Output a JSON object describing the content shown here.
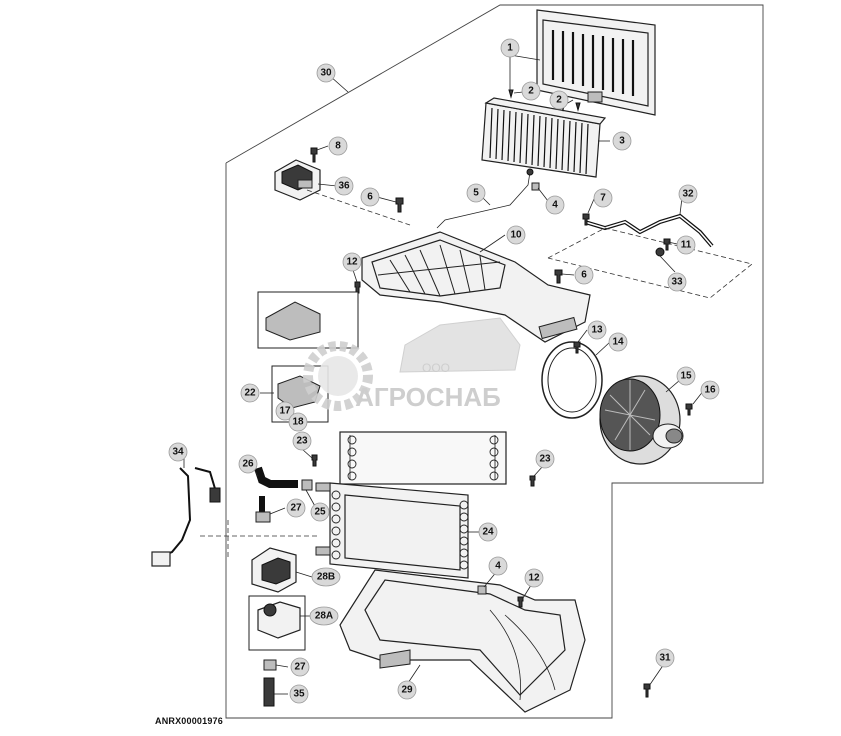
{
  "diagram": {
    "reference_code": "ANRX00001976",
    "callouts": [
      "1",
      "2",
      "2",
      "3",
      "4",
      "5",
      "6",
      "7",
      "8",
      "10",
      "11",
      "12",
      "13",
      "14",
      "15",
      "16",
      "6",
      "17",
      "18",
      "22",
      "23",
      "23",
      "24",
      "25",
      "26",
      "27",
      "28B",
      "28A",
      "27",
      "29",
      "31",
      "32",
      "33",
      "34",
      "35",
      "36",
      "30",
      "4",
      "12"
    ],
    "watermark": {
      "small": "ООО",
      "large": "АГРОСНАБ"
    }
  }
}
